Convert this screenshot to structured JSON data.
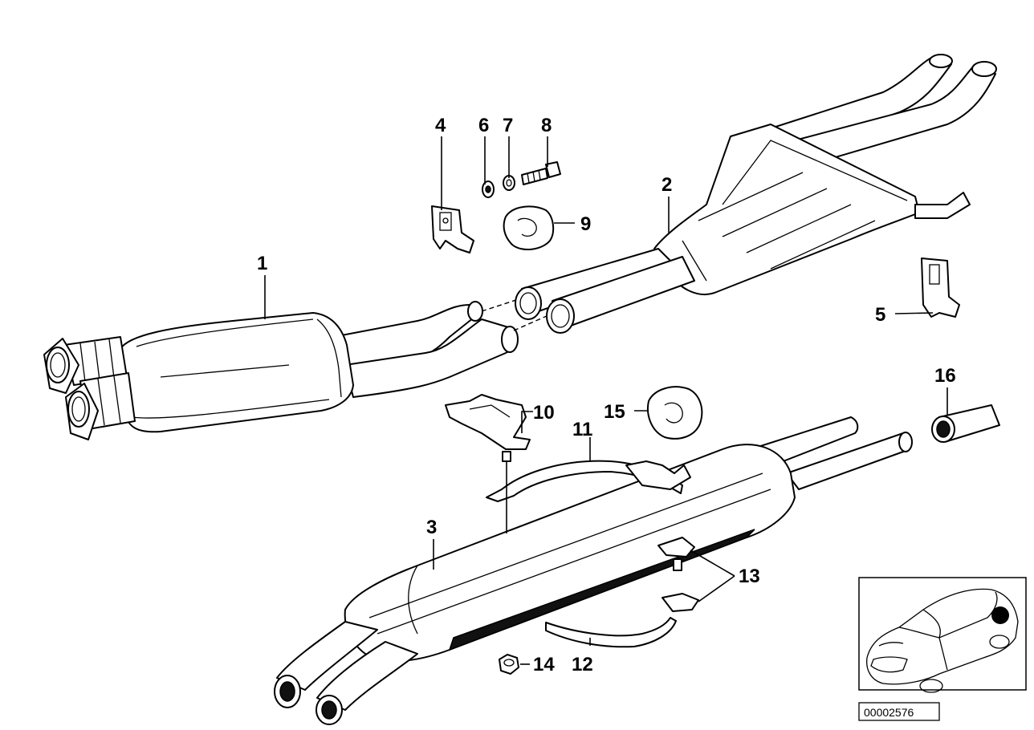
{
  "diagram": {
    "reference_number": "00002576",
    "callouts": [
      {
        "id": "c1",
        "label": "1"
      },
      {
        "id": "c2",
        "label": "2"
      },
      {
        "id": "c3",
        "label": "3"
      },
      {
        "id": "c4",
        "label": "4"
      },
      {
        "id": "c5",
        "label": "5"
      },
      {
        "id": "c6",
        "label": "6"
      },
      {
        "id": "c7",
        "label": "7"
      },
      {
        "id": "c8",
        "label": "8"
      },
      {
        "id": "c9",
        "label": "9"
      },
      {
        "id": "c10",
        "label": "10"
      },
      {
        "id": "c11",
        "label": "11"
      },
      {
        "id": "c12",
        "label": "12"
      },
      {
        "id": "c13",
        "label": "13"
      },
      {
        "id": "c14",
        "label": "14"
      },
      {
        "id": "c15",
        "label": "15"
      },
      {
        "id": "c16",
        "label": "16"
      }
    ],
    "colors": {
      "line": "#000000",
      "background": "#ffffff"
    }
  }
}
